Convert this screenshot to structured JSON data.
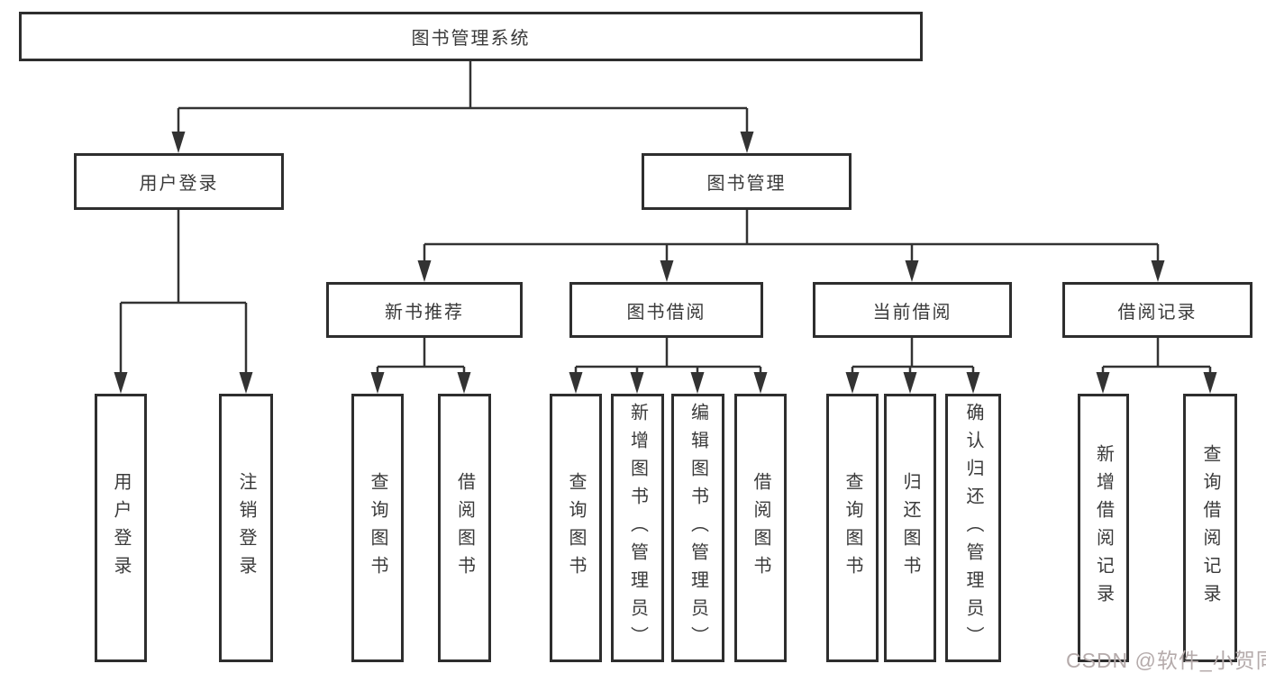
{
  "tree": {
    "label": "图书管理系统",
    "children": [
      {
        "label": "用户登录",
        "children": [
          {
            "label": "用户登录"
          },
          {
            "label": "注销登录"
          }
        ]
      },
      {
        "label": "图书管理",
        "children": [
          {
            "label": "新书推荐",
            "children": [
              {
                "label": "查询图书"
              },
              {
                "label": "借阅图书"
              }
            ]
          },
          {
            "label": "图书借阅",
            "children": [
              {
                "label": "查询图书"
              },
              {
                "label": "新增图书（管理员）"
              },
              {
                "label": "编辑图书（管理员）"
              },
              {
                "label": "借阅图书"
              }
            ]
          },
          {
            "label": "当前借阅",
            "children": [
              {
                "label": "查询图书"
              },
              {
                "label": "归还图书"
              },
              {
                "label": "确认归还（管理员）"
              }
            ]
          },
          {
            "label": "借阅记录",
            "children": [
              {
                "label": "新增借阅记录"
              },
              {
                "label": "查询借阅记录"
              }
            ]
          }
        ]
      }
    ]
  },
  "watermark": {
    "text": "CSDN @软件_小贺同学"
  },
  "colors": {
    "line": "#333333",
    "box_border": "#2e2e2e",
    "text": "#3a3a3a",
    "watermark": "#b5abab",
    "background": "#ffffff"
  }
}
